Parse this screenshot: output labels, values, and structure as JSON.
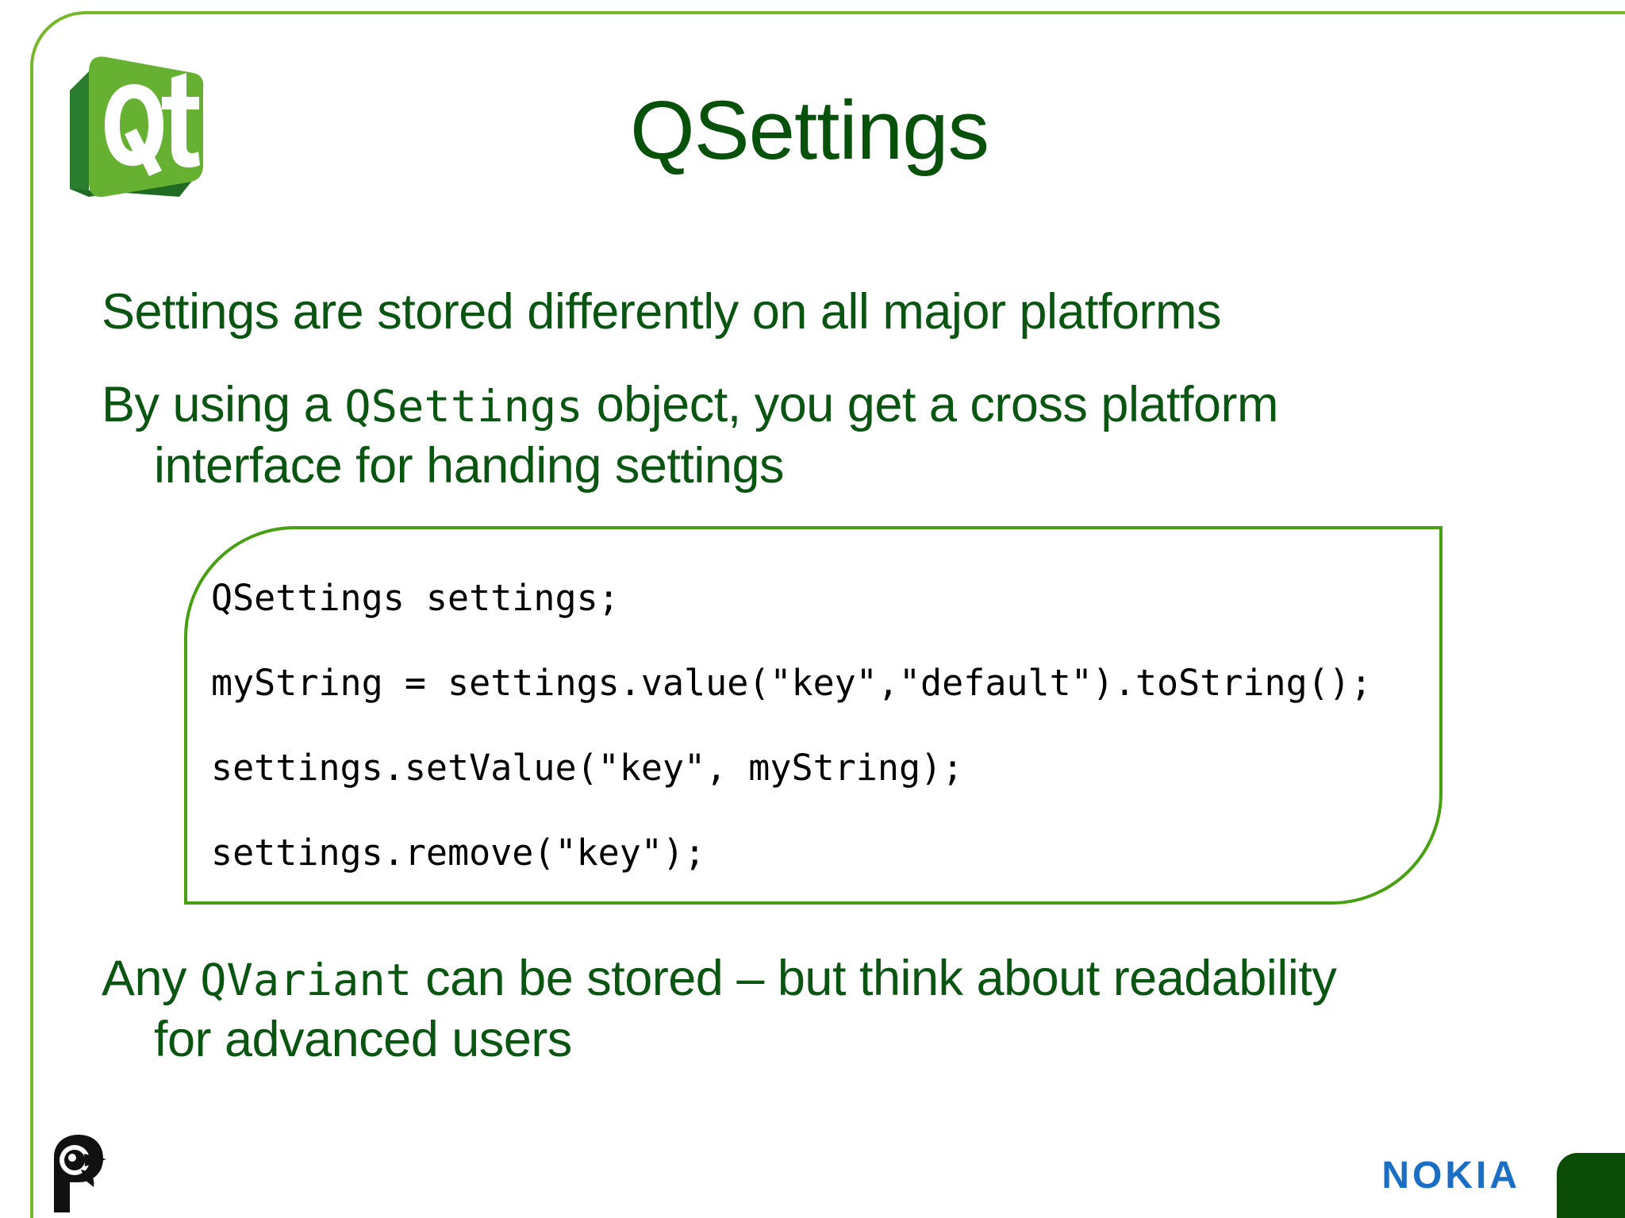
{
  "slide": {
    "title": "QSettings",
    "accent_green": "#76b82a",
    "dark_green": "#0a5512",
    "code_border_green": "#46a011",
    "nokia_blue": "#1a6fc4",
    "corner_block_green": "#0b4d06"
  },
  "logo": {
    "qt_label": "Qt",
    "alt": "qt-logo"
  },
  "bullets": [
    {
      "id": "bullet-1",
      "lines": [
        {
          "segments": [
            {
              "text": "Settings are stored differently on all major platforms",
              "mono": false
            }
          ]
        }
      ]
    },
    {
      "id": "bullet-2",
      "lines": [
        {
          "segments": [
            {
              "text": "By using a ",
              "mono": false
            },
            {
              "text": "QSettings",
              "mono": true
            },
            {
              "text": " object, you get a cross platform",
              "mono": false
            }
          ]
        },
        {
          "segments": [
            {
              "text": "interface for handing settings",
              "mono": false
            }
          ],
          "indent": true
        }
      ]
    },
    {
      "id": "bullet-3",
      "lines": [
        {
          "segments": [
            {
              "text": "Any ",
              "mono": false
            },
            {
              "text": "QVariant",
              "mono": true
            },
            {
              "text": " can be stored – but think about readability",
              "mono": false
            }
          ]
        },
        {
          "segments": [
            {
              "text": "for advanced users",
              "mono": false
            }
          ],
          "indent": true
        }
      ]
    }
  ],
  "code_block": {
    "lines": [
      "QSettings settings;",
      "myString = settings.value(\"key\",\"default\").toString();",
      "settings.setValue(\"key\", myString);",
      "settings.remove(\"key\");"
    ]
  },
  "footer": {
    "bird_logo_name": "bird-logo",
    "nokia_text": "NOKIA"
  }
}
